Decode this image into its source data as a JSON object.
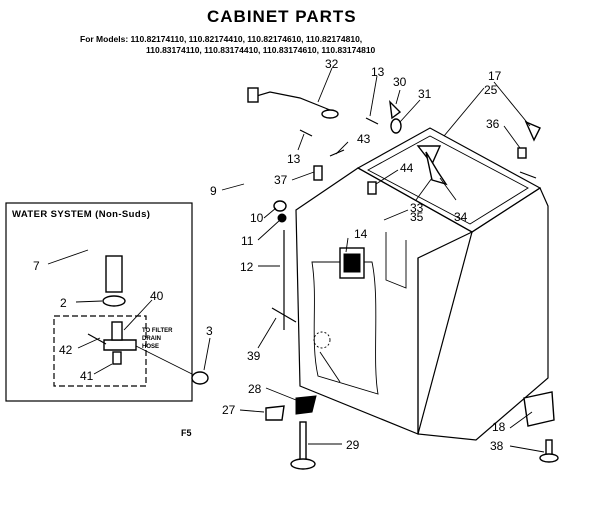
{
  "title": "CABINET PARTS",
  "models_line1": "For Models: 110.82174110, 110.82174410, 110.82174610, 110.82174810,",
  "models_line2": "110.83174110, 110.83174410, 110.83174610, 110.83174810",
  "water_system": {
    "title": "WATER SYSTEM (Non-Suds)",
    "note_lines": [
      "TO FILTER",
      "DRAIN",
      "HOSE"
    ]
  },
  "figure_code": "F5",
  "callouts": [
    "32",
    "13",
    "30",
    "31",
    "17",
    "25",
    "36",
    "43",
    "13",
    "37",
    "44",
    "9",
    "33",
    "10",
    "14",
    "11",
    "35",
    "34",
    "7",
    "12",
    "2",
    "40",
    "3",
    "42",
    "39",
    "41",
    "28",
    "27",
    "29",
    "18",
    "38"
  ]
}
